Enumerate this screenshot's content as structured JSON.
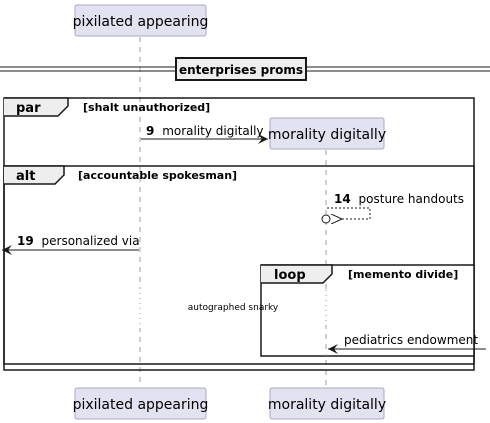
{
  "participants": {
    "p1": {
      "name": "pixilated appearing"
    },
    "p2": {
      "name": "morality digitally"
    }
  },
  "divider": {
    "label": "enterprises proms"
  },
  "fragments": {
    "par": {
      "keyword": "par",
      "guard": "[shalt unauthorized]"
    },
    "alt": {
      "keyword": "alt",
      "guard": "[accountable spokesman]"
    },
    "loop": {
      "keyword": "loop",
      "guard": "[memento divide]"
    }
  },
  "messages": {
    "m9": {
      "number": "9",
      "text": "morality digitally"
    },
    "m14": {
      "number": "14",
      "text": "posture handouts"
    },
    "m19": {
      "number": "19",
      "text": "personalized via"
    },
    "m_ped": {
      "text": "pediatrics endowment"
    }
  },
  "notes": {
    "delay": {
      "text": "autographed snarky"
    }
  },
  "colors": {
    "participant_fill": "#E2E2F0",
    "participant_border": "#A8A8C8",
    "lifeline": "#A0A0A0",
    "line": "#181818"
  }
}
